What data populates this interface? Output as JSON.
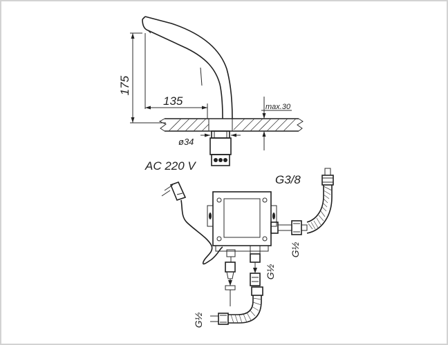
{
  "drawing": {
    "dimensions": {
      "height": "175",
      "reach": "135",
      "max_thickness": "max.30",
      "diameter": "ø34"
    },
    "power": "AC 220 V",
    "thread_hose_top": "G3/8",
    "thread_right": "G½",
    "thread_down": "G½",
    "thread_bottom": "G½"
  }
}
